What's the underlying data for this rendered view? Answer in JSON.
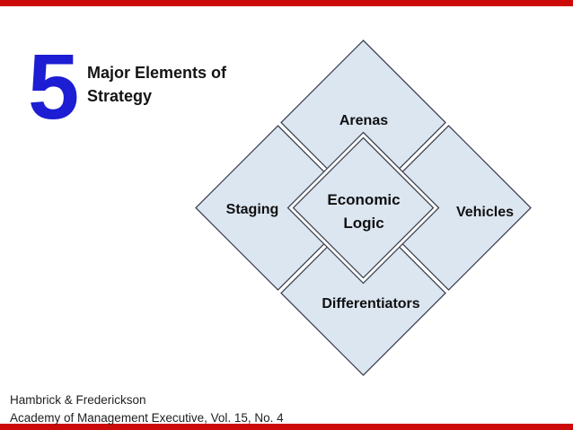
{
  "header": {
    "number": "5",
    "number_color": "#1d1dd4",
    "title_lines": [
      "Major Elements of",
      "Strategy"
    ]
  },
  "accent": {
    "bar_color": "#cc0a0a"
  },
  "diagram": {
    "fill_color": "#dce6f1",
    "stroke_color": "#3f4452",
    "gap_color": "#ffffff",
    "arenas": {
      "label": "Arenas"
    },
    "vehicles": {
      "label": "Vehicles"
    },
    "differentiators": {
      "label": "Differentiators"
    },
    "staging": {
      "label": "Staging"
    },
    "center": {
      "lines": [
        "Economic",
        "Logic"
      ]
    }
  },
  "footer": {
    "line1": "Hambrick & Frederickson",
    "line2": "Academy of Management Executive, Vol. 15, No. 4"
  }
}
